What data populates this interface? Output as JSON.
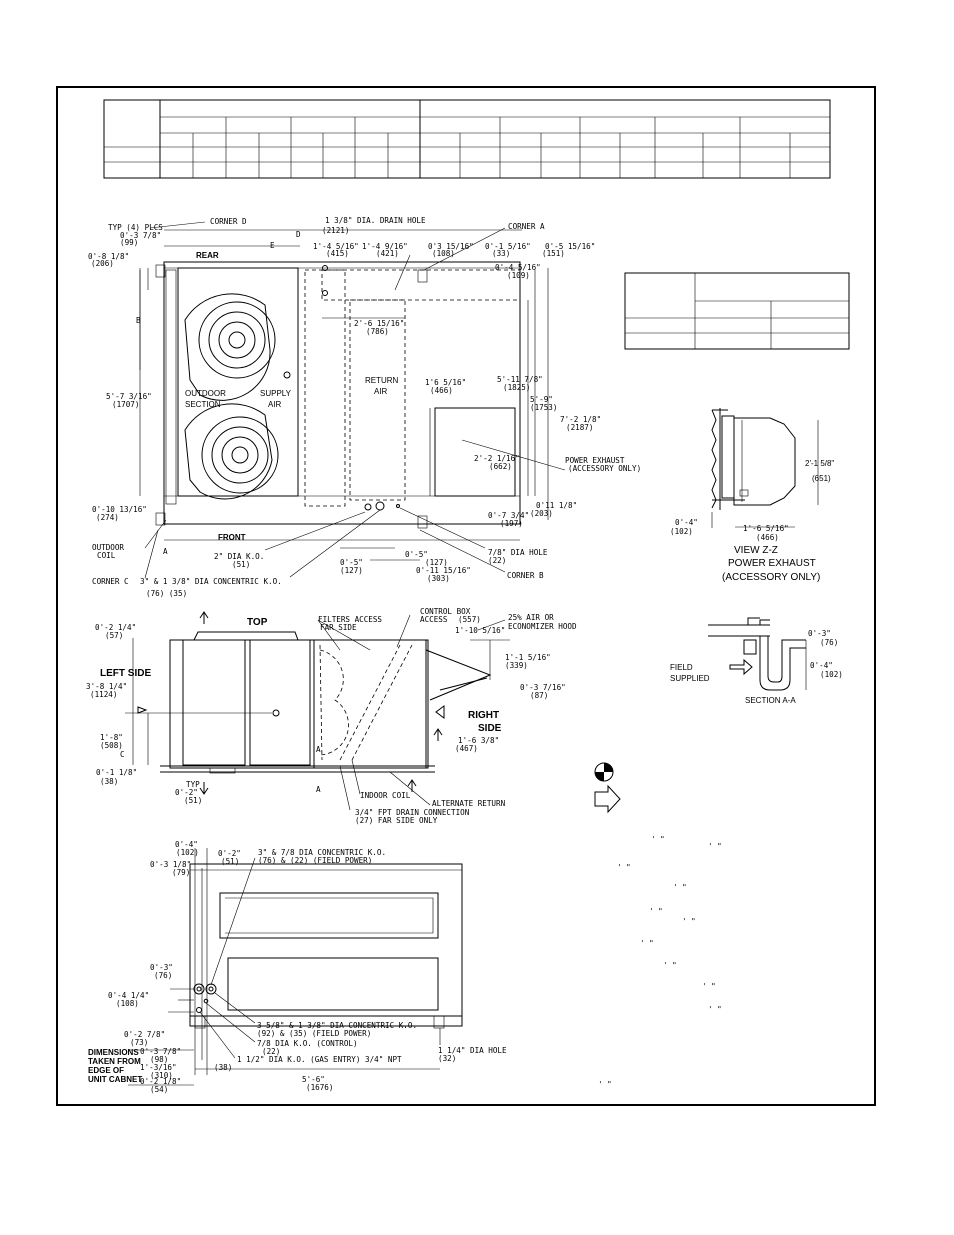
{
  "plan_view": {
    "labels": {
      "typ_plcs": "TYP (4) PLCS",
      "corner_d": "CORNER D",
      "corner_a": "CORNER A",
      "corner_b": "CORNER B",
      "corner_c": "CORNER C",
      "drain_hole": "1 3/8\" DIA. DRAIN HOLE",
      "rear": "REAR",
      "front": "FRONT",
      "outdoor_section_1": "OUTDOOR",
      "outdoor_section_2": "SECTION",
      "supply_air_1": "SUPPLY",
      "supply_air_2": "AIR",
      "return_air_1": "RETURN",
      "return_air_2": "AIR",
      "outdoor_coil_1": "OUTDOOR",
      "outdoor_coil_2": "COIL",
      "power_exhaust_1": "POWER EXHAUST",
      "power_exhaust_2": "(ACCESSORY ONLY)",
      "ko_2": "2\" DIA K.O.",
      "ko_2_mm": "(51)",
      "ko_concentric": "3\" & 1 3/8\" DIA CONCENTRIC K.O.",
      "ko_concentric_mm": "(76)        (35)",
      "hole_78": "7/8\" DIA HOLE",
      "hole_78_mm": "(22)",
      "letter_a": "A",
      "letter_b": "B",
      "letter_d": "D",
      "letter_e": "E"
    },
    "dims": {
      "d_3_78": "0'-3 7/8\"",
      "d_3_78_mm": "(99)",
      "d_8_18": "0'-8 1/8\"",
      "d_8_18_mm": "(206)",
      "d_5_7_316": "5'-7 3/16\"",
      "d_5_7_316_mm": "(1707)",
      "d_10_1316": "0'-10 13/16\"",
      "d_10_1316_mm": "(274)",
      "d_2121": "(2121)",
      "d_1_4_516": "1'-4 5/16\"",
      "d_1_4_516_mm": "(415)",
      "d_1_4_916": "1'-4 9/16\"",
      "d_1_4_916_mm": "(421)",
      "d_3_1516": "0'3 15/16\"",
      "d_3_1516_mm": "(108)",
      "d_1_516": "0'-1 5/16\"",
      "d_1_516_mm": "(33)",
      "d_5_1516": "0'-5 15/16\"",
      "d_5_1516_mm": "(151)",
      "d_4_516": "0'-4 5/16\"",
      "d_4_516_mm": "(109)",
      "d_2_6_1516": "2'-6 15/16\"",
      "d_2_6_1516_mm": "(786)",
      "d_1_6_516": "1'6 5/16\"",
      "d_1_6_516_mm": "(466)",
      "d_5_11_78": "5'-11 7/8\"",
      "d_5_11_78_mm": "(1825)",
      "d_5_9": "5'-9\"",
      "d_5_9_mm": "(1753)",
      "d_7_2_18": "7'-2 1/8\"",
      "d_7_2_18_mm": "(2187)",
      "d_2_2_116": "2'-2 1/16\"",
      "d_2_2_116_mm": "(662)",
      "d_11_18": "0'11 1/8\"",
      "d_11_18_mm": "(203)",
      "d_7_34": "0'-7 3/4\"",
      "d_7_34_mm": "(197)",
      "d_5a": "0'-5\"",
      "d_5a_mm": "(127)",
      "d_5b": "0'-5\"",
      "d_5b_mm": "(127)",
      "d_11_1516": "0'-11 15/16\"",
      "d_11_1516_mm": "(303)"
    }
  },
  "view_zz": {
    "title": "VIEW Z-Z",
    "sub1": "POWER EXHAUST",
    "sub2": "(ACCESSORY ONLY)",
    "d1": "2'-1 5/8\"",
    "d1_mm": "(651)",
    "d2": "0'-4\"",
    "d2_mm": "(102)",
    "d3": "1'-6 5/16\"",
    "d3_mm": "(466)"
  },
  "side_view": {
    "labels": {
      "top": "TOP",
      "left_side": "LEFT SIDE",
      "right_side_1": "RIGHT",
      "right_side_2": "SIDE",
      "filters_1": "FILTERS ACCESS",
      "filters_2": "FAR SIDE",
      "control_box_1": "CONTROL BOX",
      "control_box_2": "ACCESS",
      "control_box_mm": "(557)",
      "hood_1": "25% AIR OR",
      "hood_2": "ECONOMIZER HOOD",
      "indoor_coil": "INDOOR COIL",
      "alternate_return": "ALTERNATE RETURN",
      "fpt_1": "3/4\" FPT DRAIN CONNECTION",
      "fpt_2": "(27)  FAR SIDE ONLY",
      "typ": "TYP",
      "letter_a1": "A",
      "letter_a2": "A",
      "letter_c": "C"
    },
    "dims": {
      "d_2_14": "0'-2 1/4\"",
      "d_2_14_mm": "(57)",
      "d_3_8_14": "3'-8 1/4\"",
      "d_3_8_14_mm": "(1124)",
      "d_1_8": "1'-8\"",
      "d_1_8_mm": "(508)",
      "d_1_18": "0'-1 1/8\"",
      "d_1_18_mm": "(38)",
      "d_2": "0'-2\"",
      "d_2_mm": "(51)",
      "d_1_10_516": "1'-10 5/16\"",
      "d_1_1_516": "1'-1 5/16\"",
      "d_1_1_516_mm": "(339)",
      "d_3_716": "0'-3 7/16\"",
      "d_3_716_mm": "(87)",
      "d_1_6_38": "1'-6 3/8\"",
      "d_1_6_38_mm": "(467)"
    }
  },
  "section_aa": {
    "title": "SECTION A-A",
    "field_1": "FIELD",
    "field_2": "SUPPLIED",
    "d1": "0'-3\"",
    "d1_mm": "(76)",
    "d2": "0'-4\"",
    "d2_mm": "(102)"
  },
  "bottom_view": {
    "labels": {
      "ko_top_1": "3\" & 7/8 DIA CONCENTRIC K.O.",
      "ko_top_2": "(76) & (22) (FIELD POWER)",
      "ko_mid_1": "3 5/8\" & 1 3/8\" DIA CONCENTRIC K.O.",
      "ko_mid_2": "(92) & (35) (FIELD POWER)",
      "ko_control_1": "7/8 DIA K.O. (CONTROL)",
      "ko_control_2": "(22)",
      "ko_gas_1": "1 1/2\" DIA K.O. (GAS ENTRY) 3/4\" NPT",
      "ko_gas_2": "(38)",
      "hole_114_1": "1 1/4\" DIA HOLE",
      "hole_114_2": "(32)",
      "dimensions_1": "DIMENSIONS",
      "dimensions_2": "TAKEN FROM",
      "dimensions_3": "EDGE OF",
      "dimensions_4": "UNIT CABNET"
    },
    "dims": {
      "d_4": "0'-4\"",
      "d_4_mm": "(102)",
      "d_2": "0'-2\"",
      "d_2_mm": "(51)",
      "d_3_18": "0'-3 1/8\"",
      "d_3_18_mm": "(79)",
      "d_3": "0'-3\"",
      "d_3_mm": "(76)",
      "d_4_14": "0'-4 1/4\"",
      "d_4_14_mm": "(108)",
      "d_2_78": "0'-2 7/8\"",
      "d_2_78_mm": "(73)",
      "d_3_78": "0'-3 7/8\"",
      "d_3_78_mm": "(98)",
      "d_1_316": "1'-3/16\"",
      "d_1_316_mm": "(310)",
      "d_2_18": "0'-2 1/8\"",
      "d_2_18_mm": "(54)",
      "d_5_6": "5'-6\"",
      "d_5_6_mm": "(1676)"
    }
  },
  "marks": {
    "quote": "' \""
  },
  "colors": {
    "ink": "#000000",
    "paper": "#ffffff"
  }
}
